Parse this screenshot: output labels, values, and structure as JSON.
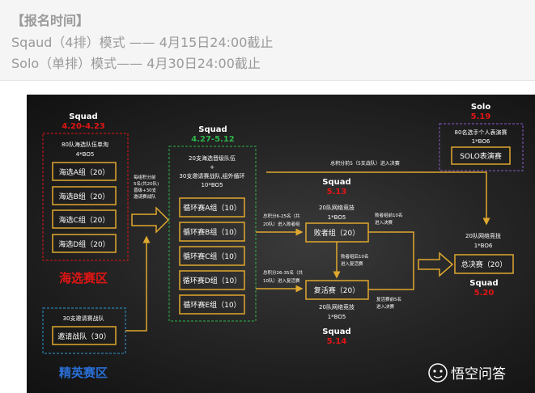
{
  "notice": {
    "title": "【报名时间】",
    "line1": "Sqaud（4排）模式 —— 4月15日24:00截止",
    "line2": "Solo（单排）模式—— 4月30日24:00截止"
  },
  "diagram": {
    "haixuan": {
      "squad": "Squad",
      "date": "4.20-4.23",
      "desc1": "80队海选队伍单淘",
      "desc2": "4*BO5",
      "groups": [
        "海选A组（20）",
        "海选B组（20）",
        "海选C组（20）",
        "海选D组（20）"
      ],
      "zone": "海选赛区"
    },
    "jingying": {
      "desc": "30支邀请赛战队",
      "group": "邀请战队（30）",
      "zone": "精英赛区"
    },
    "arrow1_note": [
      "每组积分前",
      "5名(共20队)",
      "晋级+30支",
      "邀请赛战队"
    ],
    "loop": {
      "squad": "Squad",
      "date": "4.27-5.12",
      "desc1": "20支海选晋级队伍",
      "desc2": "+",
      "desc3": "30支邀请赛战队,组外循环",
      "desc4": "10*BO5",
      "groups": [
        "循环赛A组（10）",
        "循环赛B组（10）",
        "循环赛C组（10）",
        "循环赛D组（10）",
        "循环赛E组（10）"
      ]
    },
    "top_note": "总积分前5（5支战队）进入决赛",
    "losers": {
      "squad": "Squad",
      "date": "5.13",
      "desc1": "20队网络竞技",
      "desc2": "1*BO5",
      "group": "败者组（20）",
      "note_in": [
        "总积分6-25名（共",
        "20队）进入败者组"
      ],
      "note_out": [
        "败者组前10名",
        "进入决赛"
      ],
      "note_down": [
        "败者组后10名",
        "进入复活赛"
      ]
    },
    "revival": {
      "group": "复活赛（20）",
      "desc1": "20队网络竞技",
      "desc2": "1*BO5",
      "squad": "Squad",
      "date": "5.14",
      "note_in": [
        "总积分26-35名（共",
        "10队）进入复活赛"
      ],
      "note_out": [
        "复活赛前5名",
        "进入决赛"
      ]
    },
    "solo": {
      "title": "Solo",
      "date": "5.19",
      "desc1": "80名选手个人表演赛",
      "desc2": "1*BO6",
      "group": "SOLO表演赛"
    },
    "final": {
      "desc1": "20队网络竞技",
      "desc2": "1*BO6",
      "group": "总决赛（20）",
      "squad": "Squad",
      "date": "5.20"
    },
    "watermark": "悟空问答"
  },
  "colors": {
    "gold": "#e0a82e",
    "red": "#e01515",
    "green": "#2fb34a",
    "blue": "#2a6fd6",
    "purple": "#8a5cc8",
    "cyan": "#2d9ad6"
  }
}
